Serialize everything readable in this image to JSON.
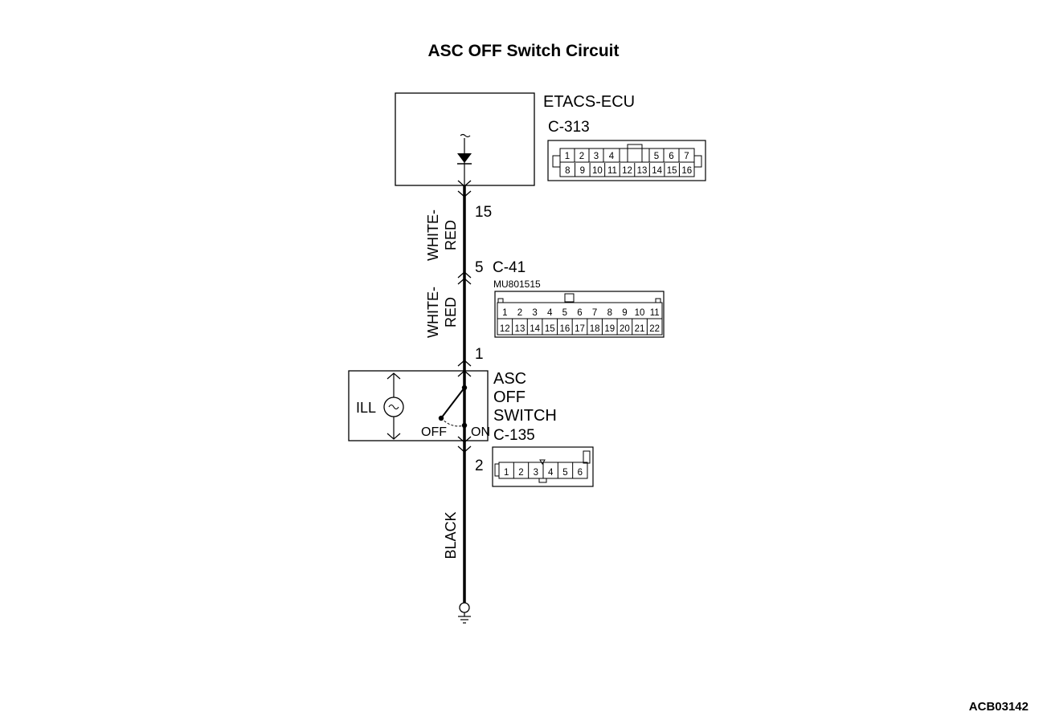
{
  "title": "ASC OFF Switch Circuit",
  "diagram_code": "ACB03142",
  "ecu": {
    "name": "ETACS-ECU",
    "connector": "C-313",
    "pin": "15",
    "connector_pins_top": [
      "1",
      "2",
      "3",
      "4",
      "5",
      "6",
      "7"
    ],
    "connector_pins_bottom": [
      "8",
      "9",
      "10",
      "11",
      "12",
      "13",
      "14",
      "15",
      "16"
    ]
  },
  "intermediate_connector": {
    "pin_in": "5",
    "id": "C-41",
    "part_number": "MU801515",
    "pin_out": "1",
    "pins_top": [
      "1",
      "2",
      "3",
      "4",
      "5",
      "6",
      "7",
      "8",
      "9",
      "10",
      "11"
    ],
    "pins_bottom": [
      "12",
      "13",
      "14",
      "15",
      "16",
      "17",
      "18",
      "19",
      "20",
      "21",
      "22"
    ]
  },
  "wires": {
    "upper_color": "WHITE-\nRED",
    "upper_line1": "WHITE-",
    "upper_line2": "RED",
    "middle_line1": "WHITE-",
    "middle_line2": "RED",
    "lower": "BLACK"
  },
  "switch": {
    "name_line1": "ASC",
    "name_line2": "OFF",
    "name_line3": "SWITCH",
    "connector": "C-135",
    "ill_label": "ILL",
    "off_label": "OFF",
    "on_label": "ON",
    "pin_out": "2",
    "connector_pins": [
      "1",
      "2",
      "3",
      "4",
      "5",
      "6"
    ]
  }
}
